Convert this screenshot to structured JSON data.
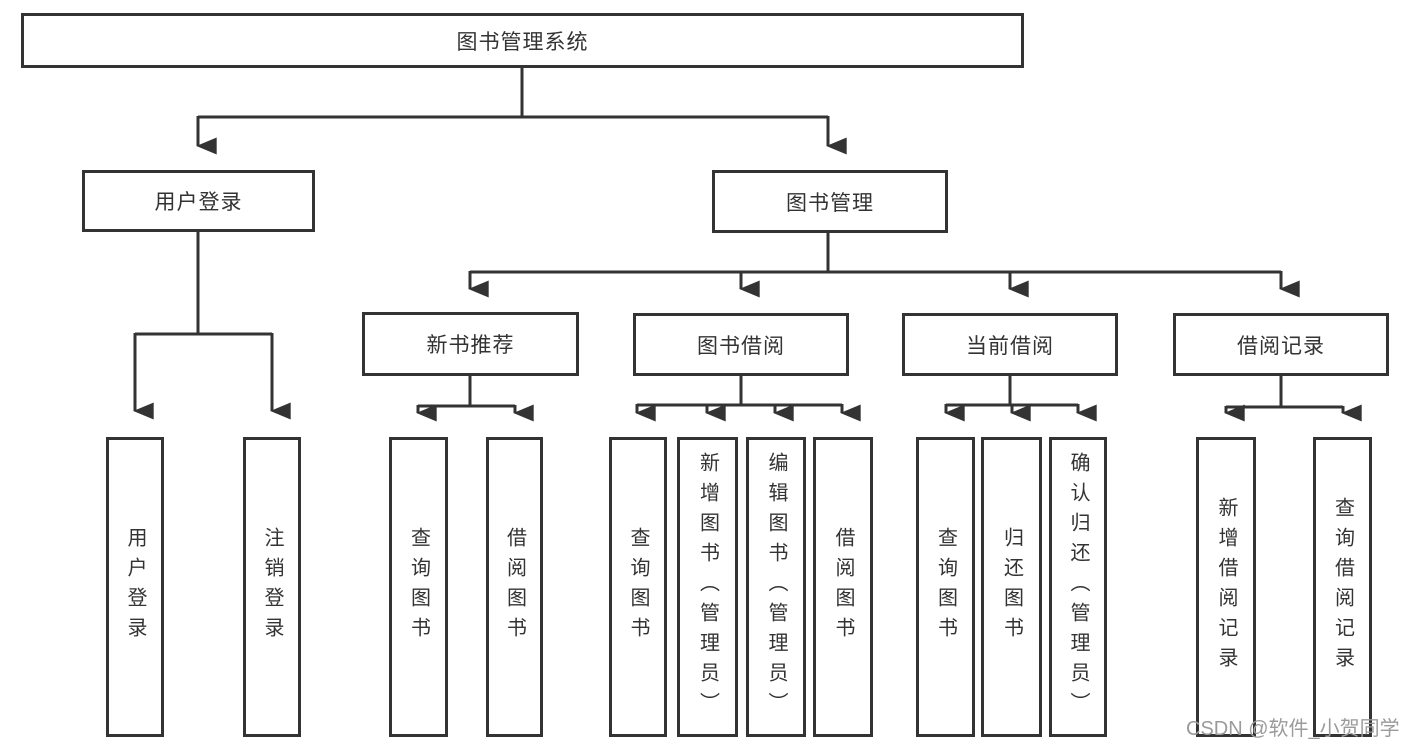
{
  "diagram_title": "图书管理系统",
  "watermark": "CSDN @软件_小贺同学",
  "colors": {
    "line": "#333333",
    "text": "#333333",
    "background": "#ffffff",
    "watermark": "#9b9b9b"
  },
  "hierarchy": {
    "label": "图书管理系统",
    "children": [
      {
        "label": "用户登录",
        "children": [
          {
            "label": "用户登录"
          },
          {
            "label": "注销登录"
          }
        ]
      },
      {
        "label": "图书管理",
        "children": [
          {
            "label": "新书推荐",
            "children": [
              {
                "label": "查询图书"
              },
              {
                "label": "借阅图书"
              }
            ]
          },
          {
            "label": "图书借阅",
            "children": [
              {
                "label": "查询图书"
              },
              {
                "label": "新增图书（管理员）"
              },
              {
                "label": "编辑图书（管理员）"
              },
              {
                "label": "借阅图书"
              }
            ]
          },
          {
            "label": "当前借阅",
            "children": [
              {
                "label": "查询图书"
              },
              {
                "label": "归还图书"
              },
              {
                "label": "确认归还（管理员）"
              }
            ]
          },
          {
            "label": "借阅记录",
            "children": [
              {
                "label": "新增借阅记录"
              },
              {
                "label": "查询借阅记录"
              }
            ]
          }
        ]
      }
    ]
  }
}
